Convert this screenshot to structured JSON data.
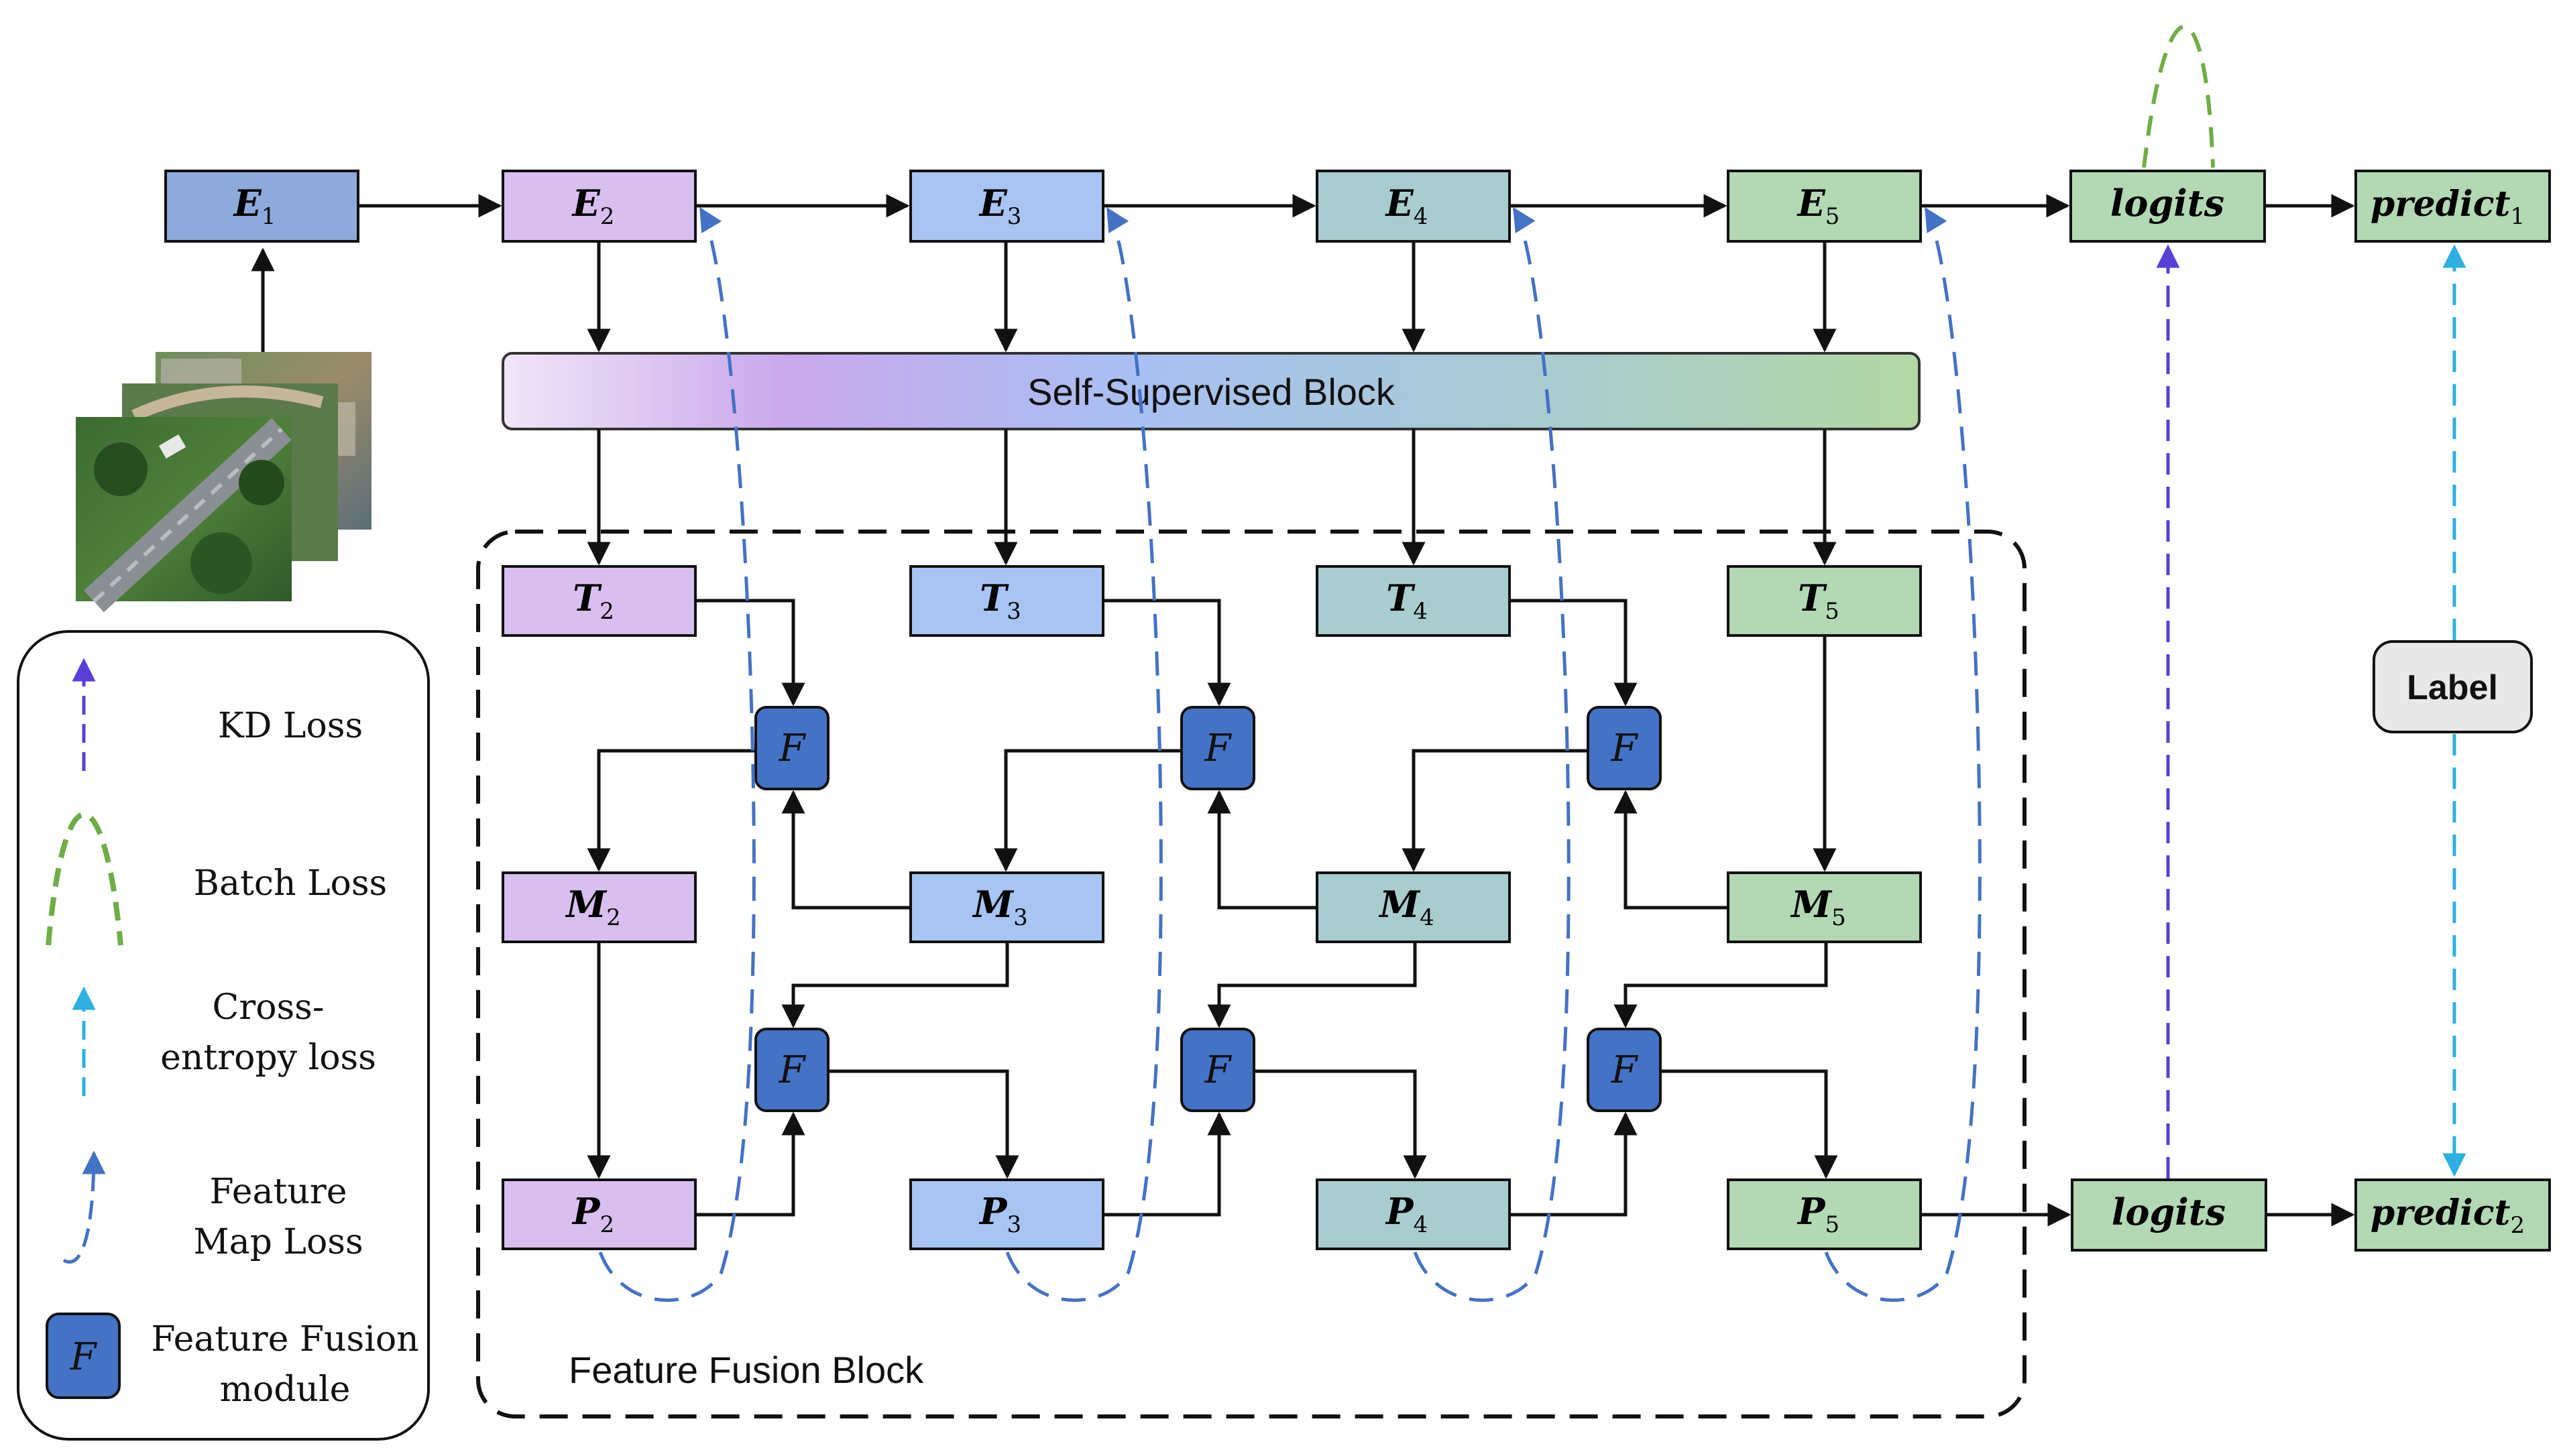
{
  "colors": {
    "stage1": "#8eaadb",
    "stage2": "#d9bff0",
    "stage3": "#a8c4f2",
    "stage4": "#a9cccf",
    "stage5": "#b3d8b4",
    "fusion": "#4472c4",
    "kd_loss": "#5a3fd6",
    "batch_loss": "#70ad47",
    "ce_loss": "#2fb0e0",
    "fm_loss": "#4472c4",
    "label_fill": "#e8e8e8"
  },
  "encoder": [
    {
      "base": "E",
      "sub": "1"
    },
    {
      "base": "E",
      "sub": "2"
    },
    {
      "base": "E",
      "sub": "3"
    },
    {
      "base": "E",
      "sub": "4"
    },
    {
      "base": "E",
      "sub": "5"
    }
  ],
  "T": [
    {
      "base": "T",
      "sub": "2"
    },
    {
      "base": "T",
      "sub": "3"
    },
    {
      "base": "T",
      "sub": "4"
    },
    {
      "base": "T",
      "sub": "5"
    }
  ],
  "M": [
    {
      "base": "M",
      "sub": "2"
    },
    {
      "base": "M",
      "sub": "3"
    },
    {
      "base": "M",
      "sub": "4"
    },
    {
      "base": "M",
      "sub": "5"
    }
  ],
  "P": [
    {
      "base": "P",
      "sub": "2"
    },
    {
      "base": "P",
      "sub": "3"
    },
    {
      "base": "P",
      "sub": "4"
    },
    {
      "base": "P",
      "sub": "5"
    }
  ],
  "fusion_label": "F",
  "self_supervised_label": "Self-Supervised Block",
  "feature_fusion_label": "Feature Fusion Block",
  "outputs": {
    "logits_top": "logits",
    "logits_bottom": "logits",
    "predict1": {
      "base": "predict",
      "sub": "1"
    },
    "predict2": {
      "base": "predict",
      "sub": "2"
    },
    "label": "Label"
  },
  "legend": {
    "kd": "KD Loss",
    "batch": "Batch Loss",
    "ce_line1": "Cross-",
    "ce_line2": "entropy loss",
    "fm_line1": "Feature",
    "fm_line2": "Map Loss",
    "ffm_line1": "Feature Fusion",
    "ffm_line2": "module",
    "ffm_symbol": "F"
  }
}
